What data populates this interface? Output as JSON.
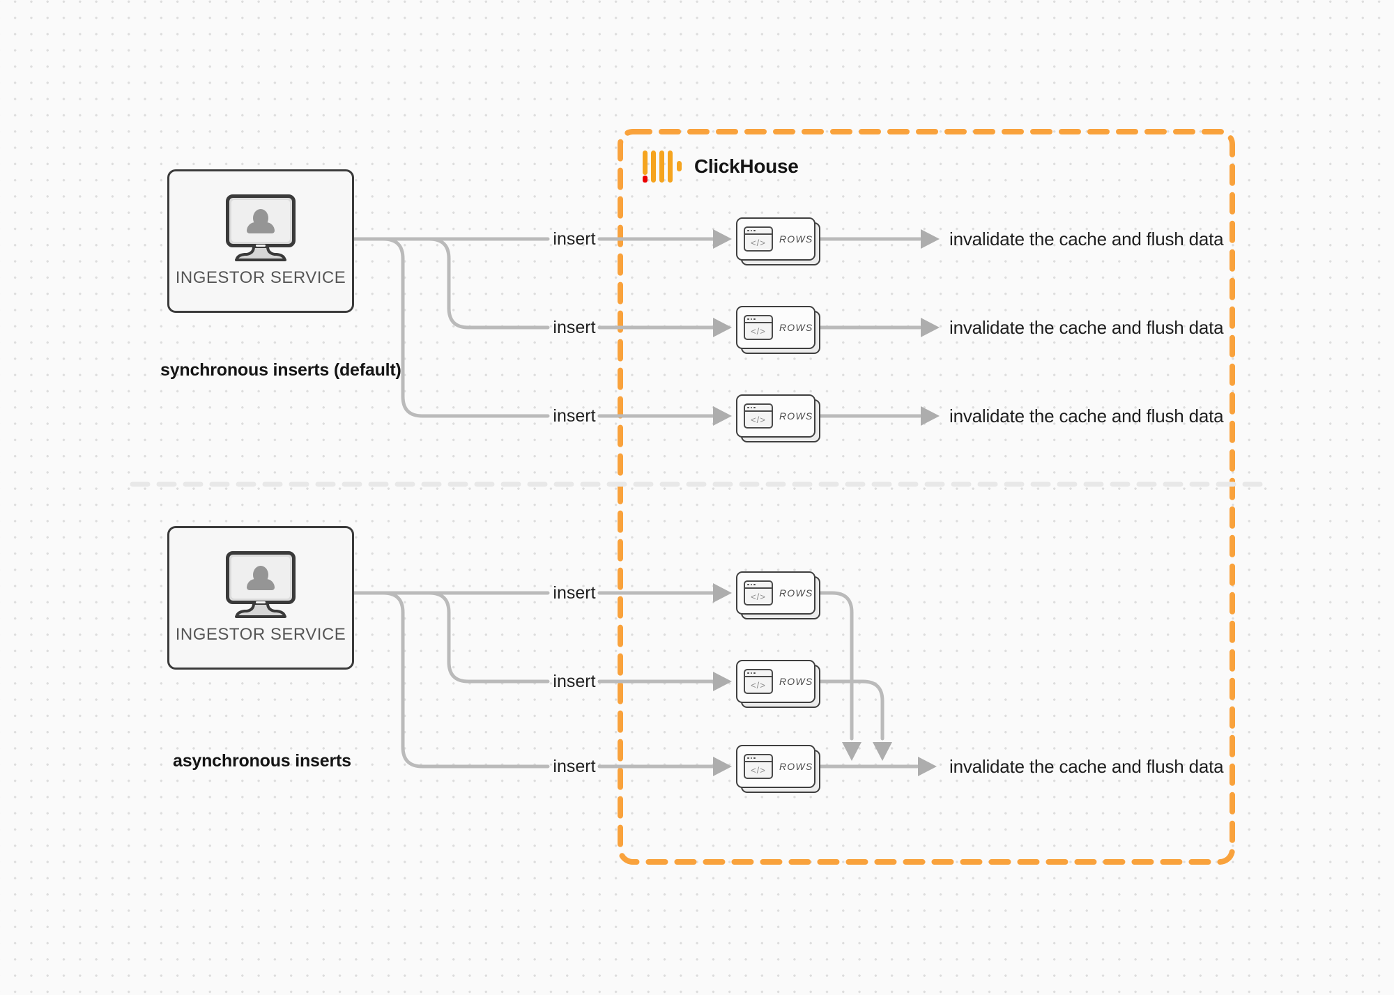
{
  "colors": {
    "accent_orange": "#F9A23C",
    "logo_yellow": "#F5A41F",
    "logo_red": "#EB0000",
    "line_gray": "#BABABA",
    "arrow_gray": "#ADADAD",
    "divider_gray": "#E8E8E8"
  },
  "clickhouse": {
    "name": "ClickHouse"
  },
  "ingestor_service": {
    "label": "INGESTOR SERVICE"
  },
  "sections": {
    "sync_label": "synchronous inserts (default)",
    "async_label": "asynchronous inserts"
  },
  "labels": {
    "insert": "insert",
    "rows": "ROWS",
    "invalidate": "invalidate the cache and flush data",
    "code_glyph": "</>"
  }
}
